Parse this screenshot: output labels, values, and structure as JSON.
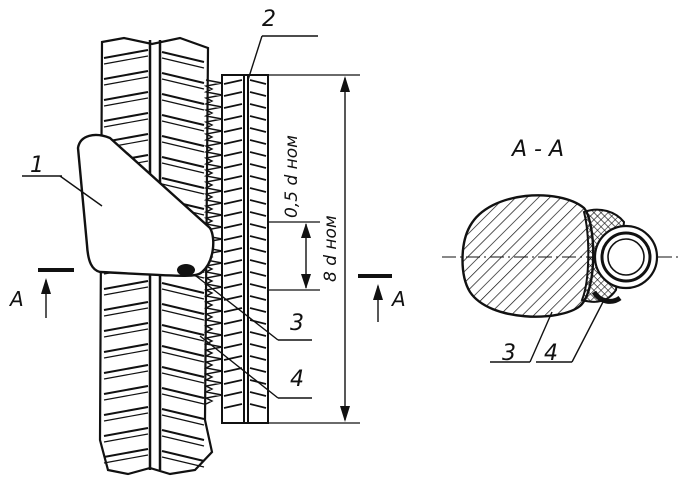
{
  "labels": {
    "callout_1": "1",
    "callout_2": "2",
    "callout_3_left": "3",
    "callout_4_left": "4",
    "section_a_left": "A",
    "section_a_right": "A",
    "dim_half_d": "0,5 d ном",
    "dim_8d": "8 d ном",
    "section_title": "А - А",
    "callout_3_right": "3",
    "callout_4_right": "4"
  },
  "colors": {
    "ink": "#111111",
    "paper": "#ffffff"
  }
}
